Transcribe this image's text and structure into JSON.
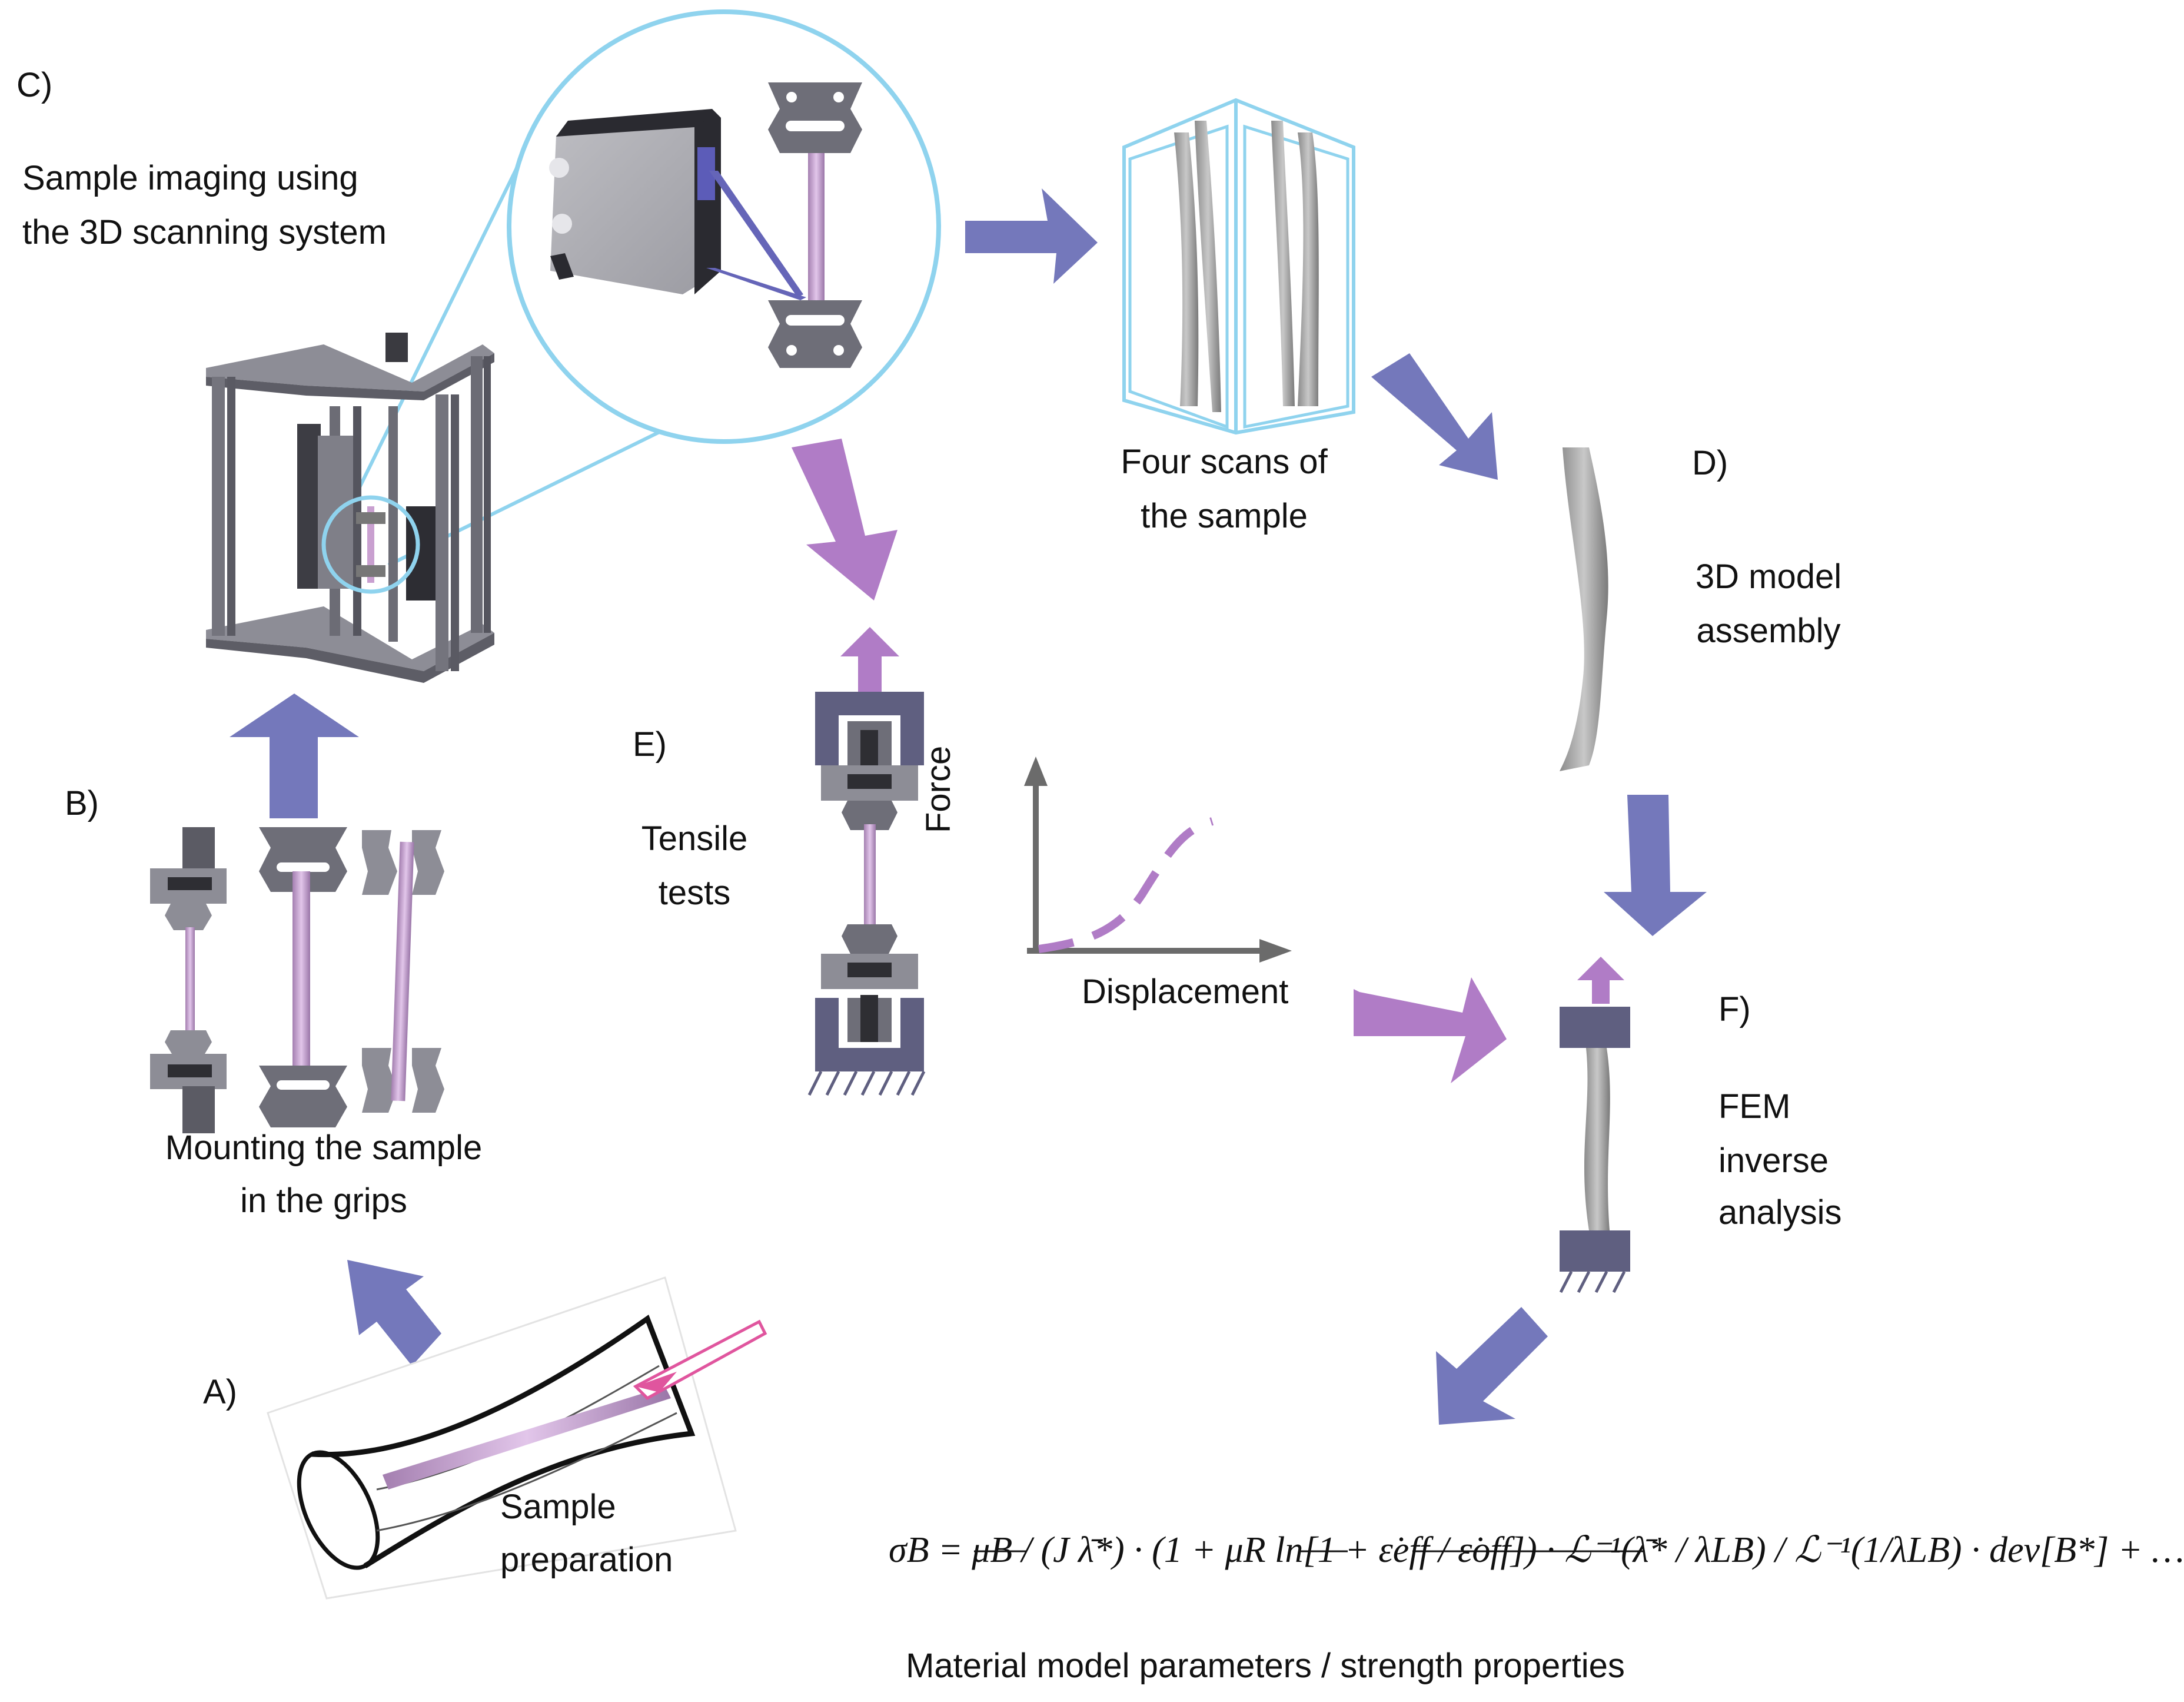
{
  "labels": {
    "c_letter": "C)",
    "c_desc_line1": "Sample imaging using",
    "c_desc_line2": "the 3D scanning system",
    "b_letter": "B)",
    "b_desc_line1": "Mounting the sample",
    "b_desc_line2": "in the grips",
    "a_letter": "A)",
    "a_desc_line1": "Sample",
    "a_desc_line2": "preparation",
    "scans_line1": "Four scans of",
    "scans_line2": "the sample",
    "d_letter": "D)",
    "d_desc_line1": "3D model",
    "d_desc_line2": "assembly",
    "e_letter": "E)",
    "e_desc_line1": "Tensile",
    "e_desc_line2": "tests",
    "axis_force": "Force",
    "axis_displacement": "Displacement",
    "f_letter": "F)",
    "f_desc_line1": "FEM",
    "f_desc_line2": "inverse",
    "f_desc_line3": "analysis",
    "equation": "σB = μB / (J λ̄*) · (1 + μR ln[1 + ε̇eff / ε̇off]) · ℒ⁻¹(λ̄* / λLB) / ℒ⁻¹(1/λLB) · dev[B*]  + …",
    "bottom_caption": "Material model parameters / strength properties"
  },
  "colors": {
    "arrow_blue": "#7478bb",
    "arrow_pink": "#b07cc6",
    "circle_cyan": "#8fd3ee",
    "tissue_pink": "#c9a0d0",
    "grip_gray": "#6e6e78",
    "frame_gray": "#8d8d96",
    "block_navy": "#5f5f80",
    "axis_gray": "#6b6b6b"
  }
}
